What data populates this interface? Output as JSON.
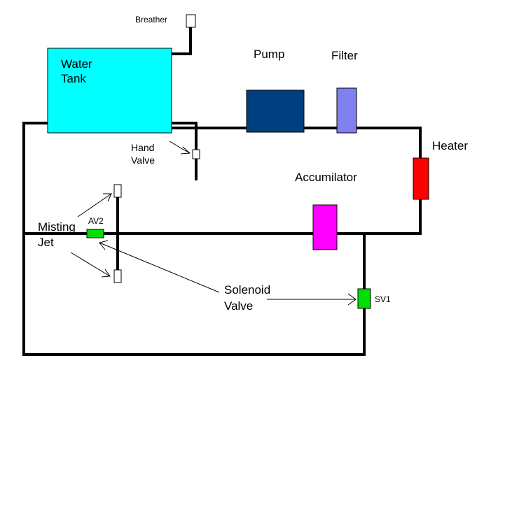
{
  "labels": {
    "breather": "Breather",
    "water_tank_line1": "Water",
    "water_tank_line2": "Tank",
    "pump": "Pump",
    "filter": "Filter",
    "heater": "Heater",
    "hand_valve_line1": "Hand",
    "hand_valve_line2": "Valve",
    "accumulator": "Accumilator",
    "misting_jet_line1": "Misting",
    "misting_jet_line2": "Jet",
    "av2": "AV2",
    "solenoid_valve_line1": "Solenoid",
    "solenoid_valve_line2": "Valve",
    "sv1": "SV1"
  },
  "colors": {
    "water_tank": "#00ffff",
    "pump": "#003f7f",
    "filter": "#8080f0",
    "heater": "#ff0000",
    "accumulator": "#ff00ff",
    "solenoid_valve": "#00e000",
    "pipe": "#000000",
    "small_valve": "#ffffff"
  }
}
